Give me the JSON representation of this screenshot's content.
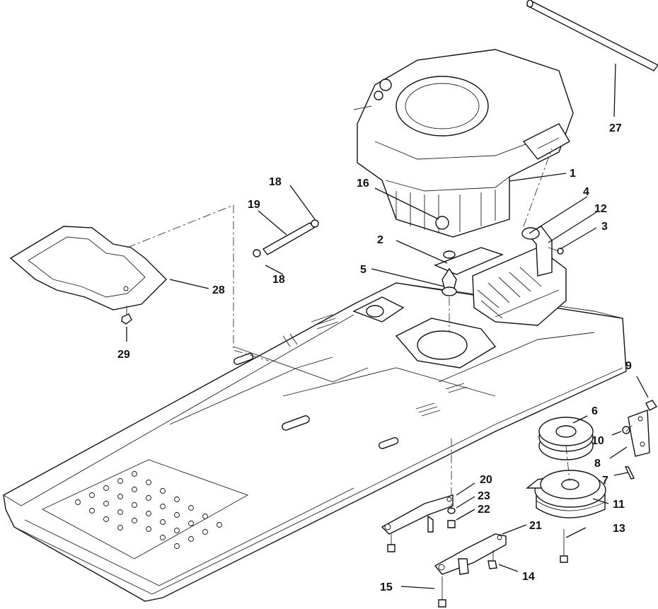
{
  "callouts": {
    "c1": "1",
    "c2": "2",
    "c3": "3",
    "c4": "4",
    "c5": "5",
    "c6": "6",
    "c7": "7",
    "c8": "8",
    "c9": "9",
    "c10": "10",
    "c11": "11",
    "c12": "12",
    "c13": "13",
    "c14": "14",
    "c15": "15",
    "c16": "16",
    "c18a": "18",
    "c18b": "18",
    "c19": "19",
    "c20": "20",
    "c21": "21",
    "c22": "22",
    "c23": "23",
    "c27": "27",
    "c28": "28",
    "c29": "29"
  },
  "colors": {
    "ink": "#111111",
    "paper": "#ffffff"
  }
}
